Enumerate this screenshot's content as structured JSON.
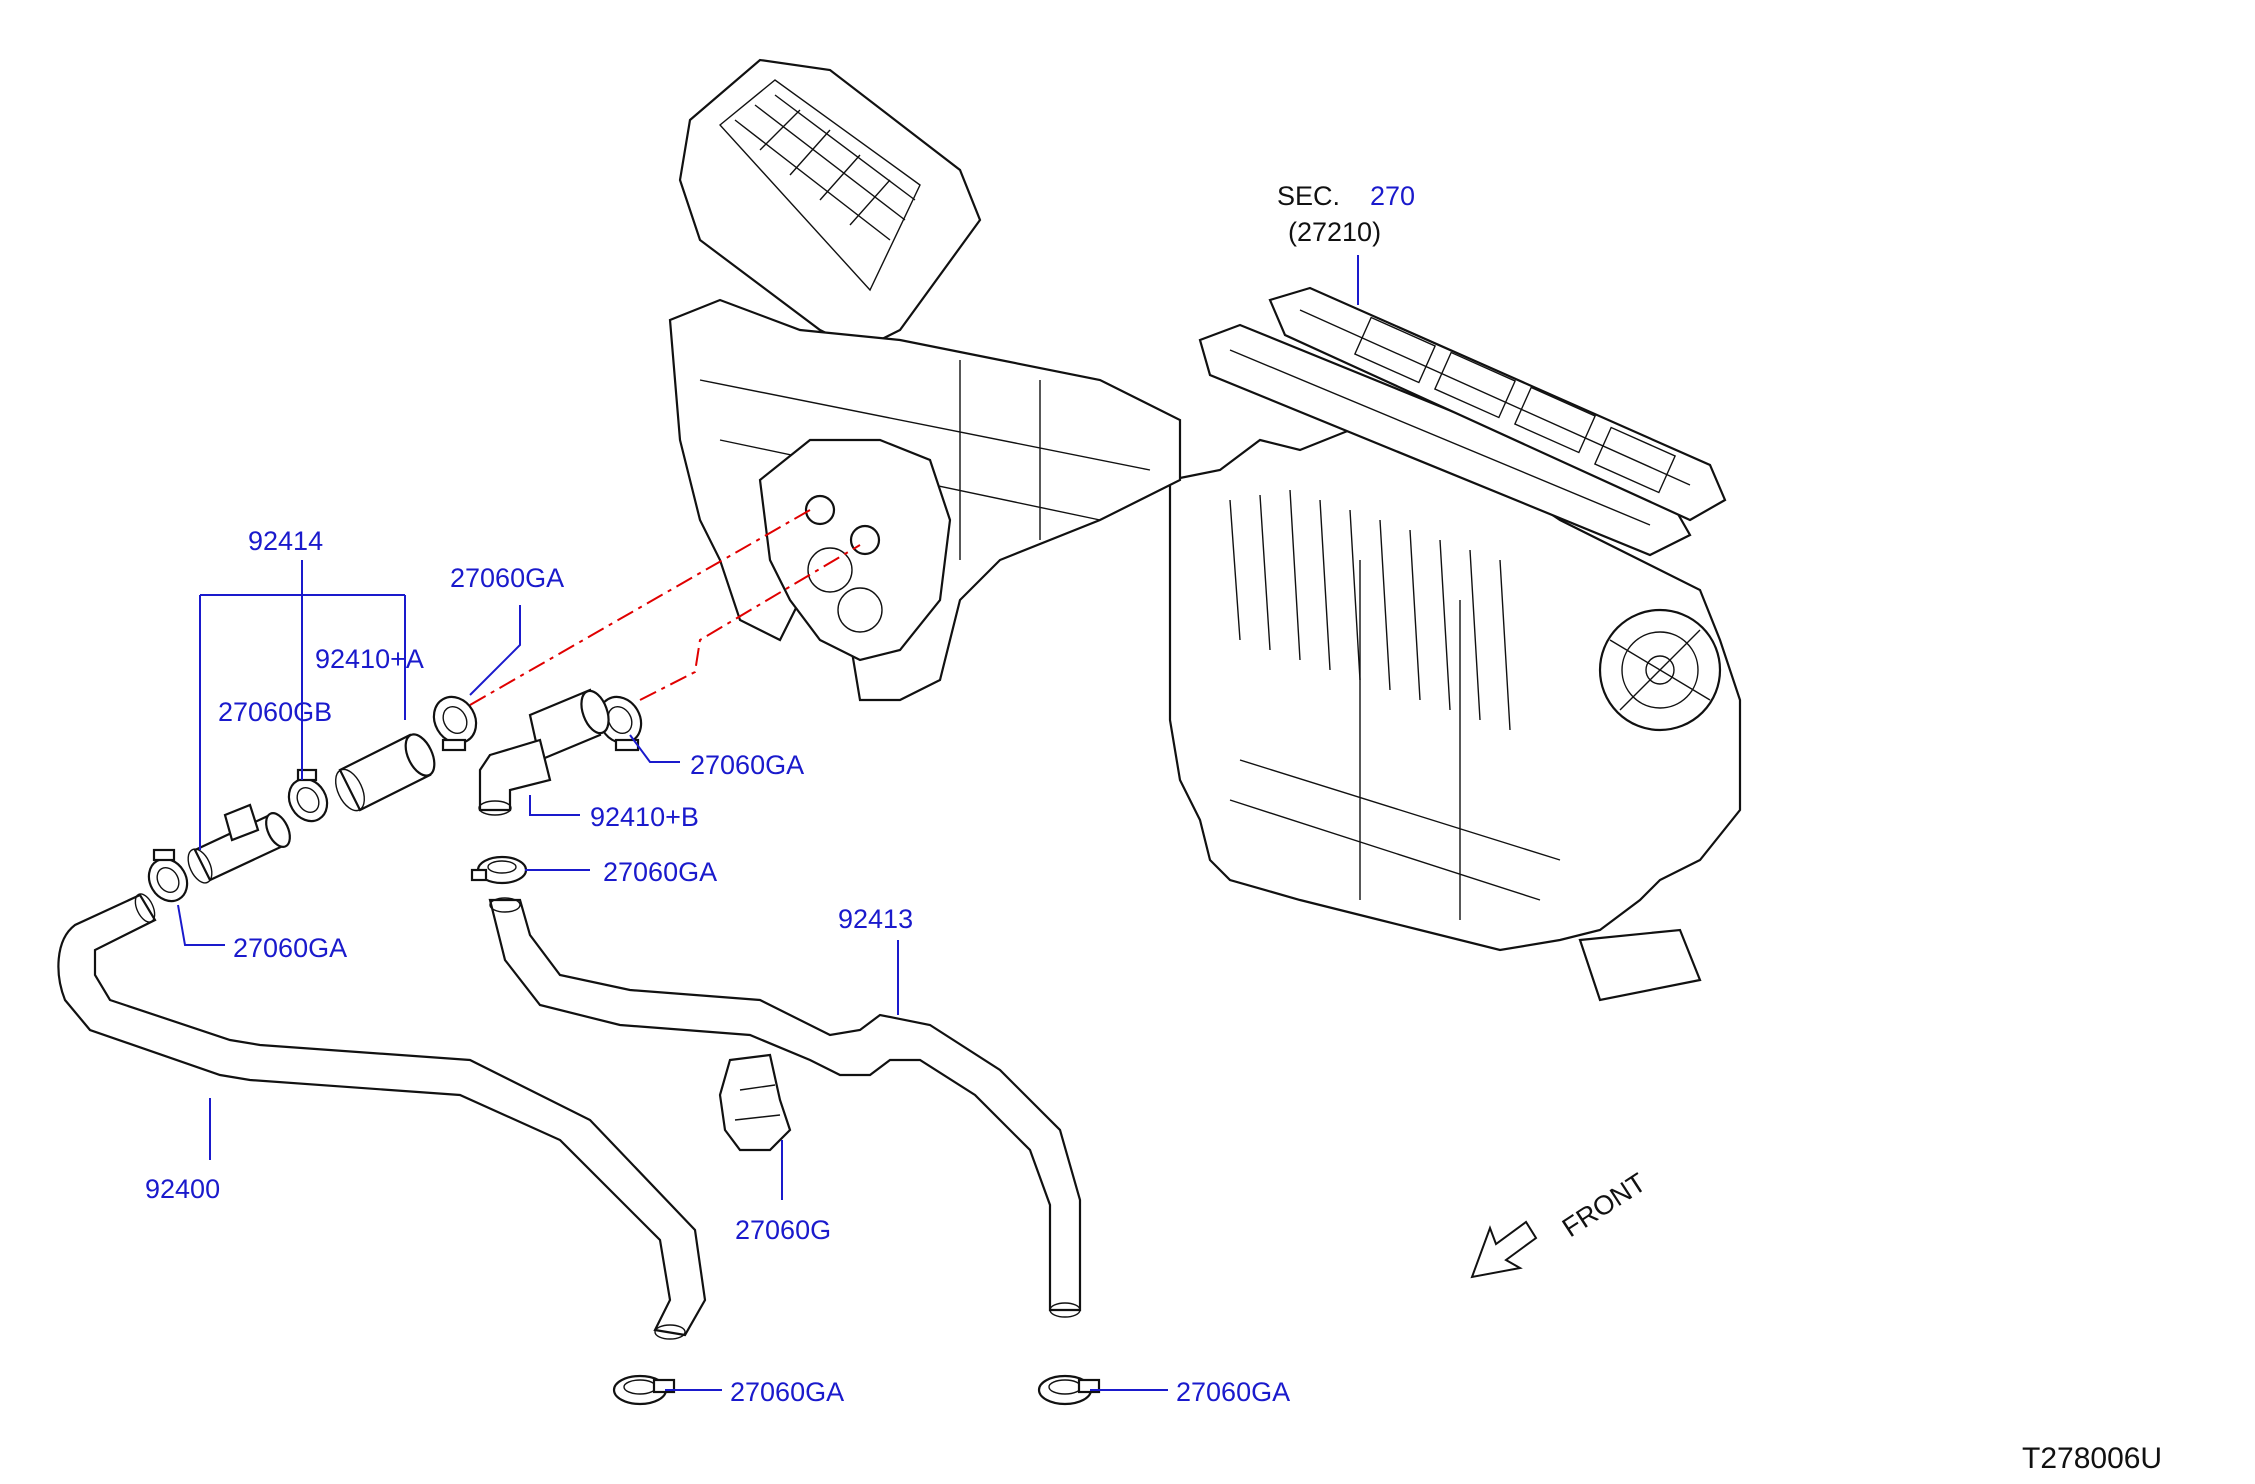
{
  "diagram": {
    "section": {
      "prefix": "SEC.",
      "number": "270",
      "sub_ref": "(27210)"
    },
    "labels": {
      "l_92414": "92414",
      "l_92410a": "92410+A",
      "l_27060gb": "27060GB",
      "l_27060ga_top": "27060GA",
      "l_27060ga_right": "27060GA",
      "l_92410b": "92410+B",
      "l_27060ga_mid": "27060GA",
      "l_27060ga_left": "27060GA",
      "l_92413": "92413",
      "l_92400": "92400",
      "l_27060g": "27060G",
      "l_27060ga_bl": "27060GA",
      "l_27060ga_br": "27060GA"
    },
    "direction_label": "FRONT",
    "figure_id": "T278006U",
    "colors": {
      "label_blue": "#1a1acc",
      "line_black": "#111111",
      "dash_red": "#e00000"
    }
  }
}
